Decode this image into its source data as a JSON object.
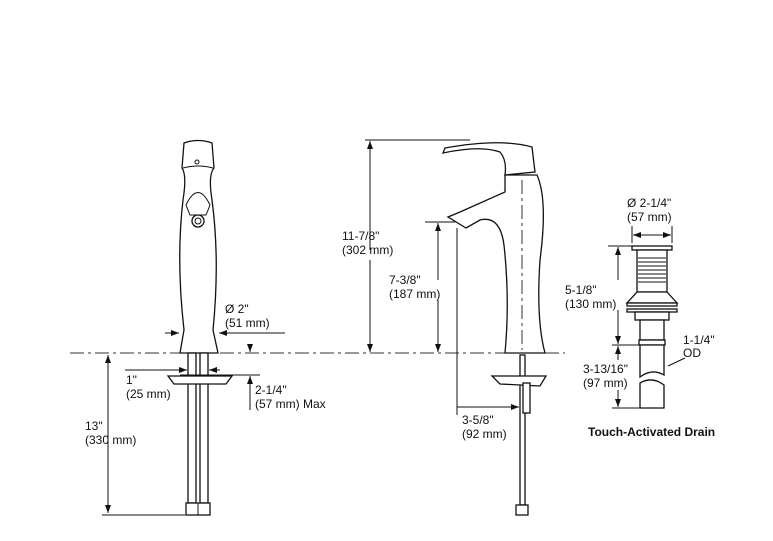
{
  "front_view": {
    "spout_diameter": "Ø 2\"",
    "spout_diameter_mm": "(51 mm)",
    "hole_size": "1\"",
    "hole_size_mm": "(25 mm)",
    "deck_thickness": "2-1/4\"",
    "deck_thickness_mm": "(57 mm) Max",
    "supply_length": "13\"",
    "supply_length_mm": "(330 mm)"
  },
  "side_view": {
    "overall_height": "11-7/8\"",
    "overall_height_mm": "(302 mm)",
    "spout_height": "7-3/8\"",
    "spout_height_mm": "(187 mm)",
    "spout_reach": "3-5/8\"",
    "spout_reach_mm": "(92 mm)"
  },
  "drain": {
    "diameter": "Ø 2-1/4\"",
    "diameter_mm": "(57 mm)",
    "height": "5-1/8\"",
    "height_mm": "(130 mm)",
    "tailpiece_od": "1-1/4\"",
    "tailpiece_od_label": "OD",
    "tailpiece_length": "3-13/16\"",
    "tailpiece_length_mm": "(97 mm)",
    "title": "Touch-Activated Drain"
  }
}
